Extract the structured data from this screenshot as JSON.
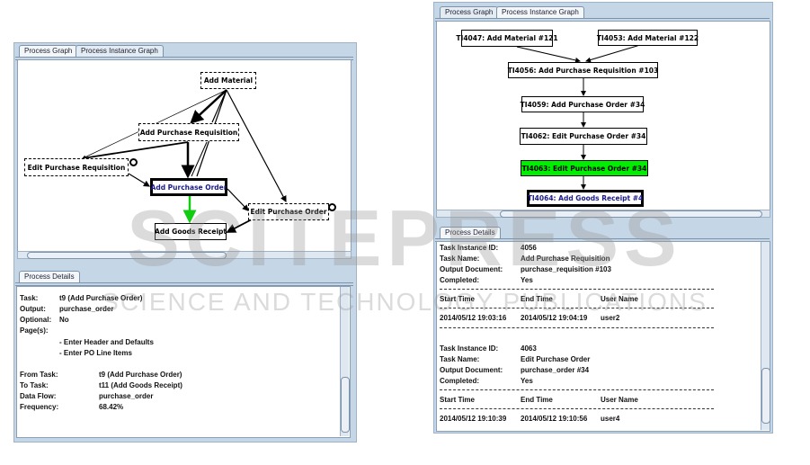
{
  "watermark": {
    "brand": "SCITEPRESS",
    "tagline": "SCIENCE AND TECHNOLOGY PUBLICATIONS"
  },
  "left": {
    "tabs": [
      "Process Graph",
      "Process Instance Graph"
    ],
    "details_tab": "Process Details",
    "graph_nodes": {
      "add_material": "Add Material",
      "add_pr": "Add Purchase Requisition",
      "edit_pr": "Edit Purchase Requisition",
      "add_po": "Add Purchase Order",
      "edit_po": "Edit Purchase Order",
      "add_gr": "Add Goods Receipt"
    },
    "details": {
      "task_label": "Task:",
      "task": "t9 (Add Purchase Order)",
      "output_label": "Output:",
      "output": "purchase_order",
      "optional_label": "Optional:",
      "optional": "No",
      "pages_label": "Page(s):",
      "pages": [
        "- Enter Header and Defaults",
        "- Enter PO Line Items"
      ],
      "from_label": "From Task:",
      "from": "t9 (Add Purchase Order)",
      "to_label": "To Task:",
      "to": "t11 (Add Goods Receipt)",
      "flow_label": "Data Flow:",
      "flow": "purchase_order",
      "freq_label": "Frequency:",
      "freq": "68.42%"
    }
  },
  "right": {
    "tabs": [
      "Process Graph",
      "Process Instance Graph"
    ],
    "details_tab": "Process Details",
    "graph_nodes": {
      "n4047": "TI4047: Add Material #121",
      "n4053": "TI4053: Add Material #122",
      "n4056": "TI4056: Add Purchase Requisition #103",
      "n4059": "TI4059: Add Purchase Order #34",
      "n4062": "TI4062: Edit Purchase Order #34",
      "n4063": "TI4063: Edit Purchase Order #34",
      "n4064": "TI4064: Add Goods Receipt #4"
    },
    "labels": {
      "id": "Task Instance ID:",
      "name": "Task Name:",
      "doc": "Output Document:",
      "completed": "Completed:",
      "start": "Start Time",
      "end": "End Time",
      "user": "User Name"
    },
    "records": [
      {
        "id": "4056",
        "name": "Add Purchase Requisition",
        "doc": "purchase_requisition #103",
        "completed": "Yes",
        "start": "2014/05/12 19:03:16",
        "end": "2014/05/12 19:04:19",
        "user": "user2"
      },
      {
        "id": "4063",
        "name": "Edit Purchase Order",
        "doc": "purchase_order #34",
        "completed": "Yes",
        "start": "2014/05/12 19:10:39",
        "end": "2014/05/12 19:10:56",
        "user": "user4"
      }
    ]
  }
}
